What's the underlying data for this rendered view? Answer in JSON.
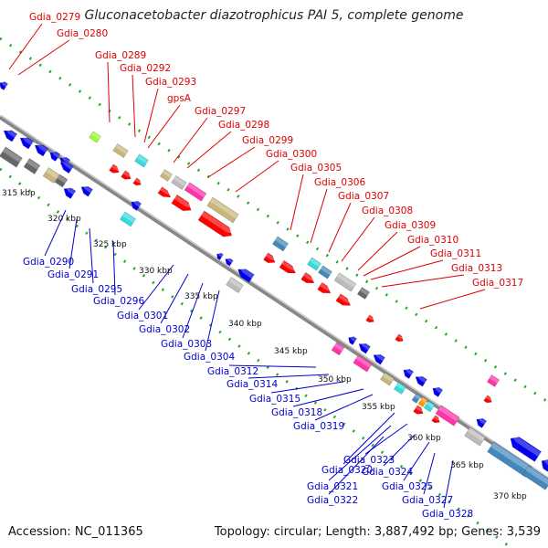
{
  "title": "Gluconacetobacter diazotrophicus PAI 5, complete genome",
  "footer": {
    "accession": "Accession: NC_011365",
    "info": "Topology: circular; Length: 3,887,492 bp; Genes: 3,539"
  },
  "colors": {
    "forward_label": "#dd0000",
    "reverse_label": "#0000cc",
    "forward_gene": "#ff0000",
    "reverse_gene": "#0000ee",
    "backbone": "#888888",
    "ticks": "#22aa22",
    "misc": [
      "#c8b77c",
      "#33dddd",
      "#ff33aa",
      "#bbbbbb",
      "#4488bb",
      "#666666",
      "#99ff33",
      "#ff9900"
    ]
  },
  "kbp_labels": [
    "315 kbp",
    "320 kbp",
    "325 kbp",
    "330 kbp",
    "335 kbp",
    "340 kbp",
    "345 kbp",
    "350 kbp",
    "355 kbp",
    "360 kbp",
    "365 kbp",
    "370 kbp"
  ],
  "forward_genes": [
    "Gdia_0279",
    "Gdia_0280",
    "Gdia_0289",
    "Gdia_0292",
    "Gdia_0293",
    "gpsA",
    "Gdia_0297",
    "Gdia_0298",
    "Gdia_0299",
    "Gdia_0300",
    "Gdia_0305",
    "Gdia_0306",
    "Gdia_0307",
    "Gdia_0308",
    "Gdia_0309",
    "Gdia_0310",
    "Gdia_0311",
    "Gdia_0313",
    "Gdia_0317"
  ],
  "reverse_genes": [
    "Gdia_0290",
    "Gdia_0291",
    "Gdia_0295",
    "Gdia_0296",
    "Gdia_0301",
    "Gdia_0302",
    "Gdia_0303",
    "Gdia_0304",
    "Gdia_0312",
    "Gdia_0314",
    "Gdia_0315",
    "Gdia_0318",
    "Gdia_0319",
    "Gdia_0320",
    "Gdia_0321",
    "Gdia_0322",
    "Gdia_0323",
    "Gdia_0324",
    "Gdia_0325",
    "Gdia_0327",
    "Gdia_0328"
  ]
}
